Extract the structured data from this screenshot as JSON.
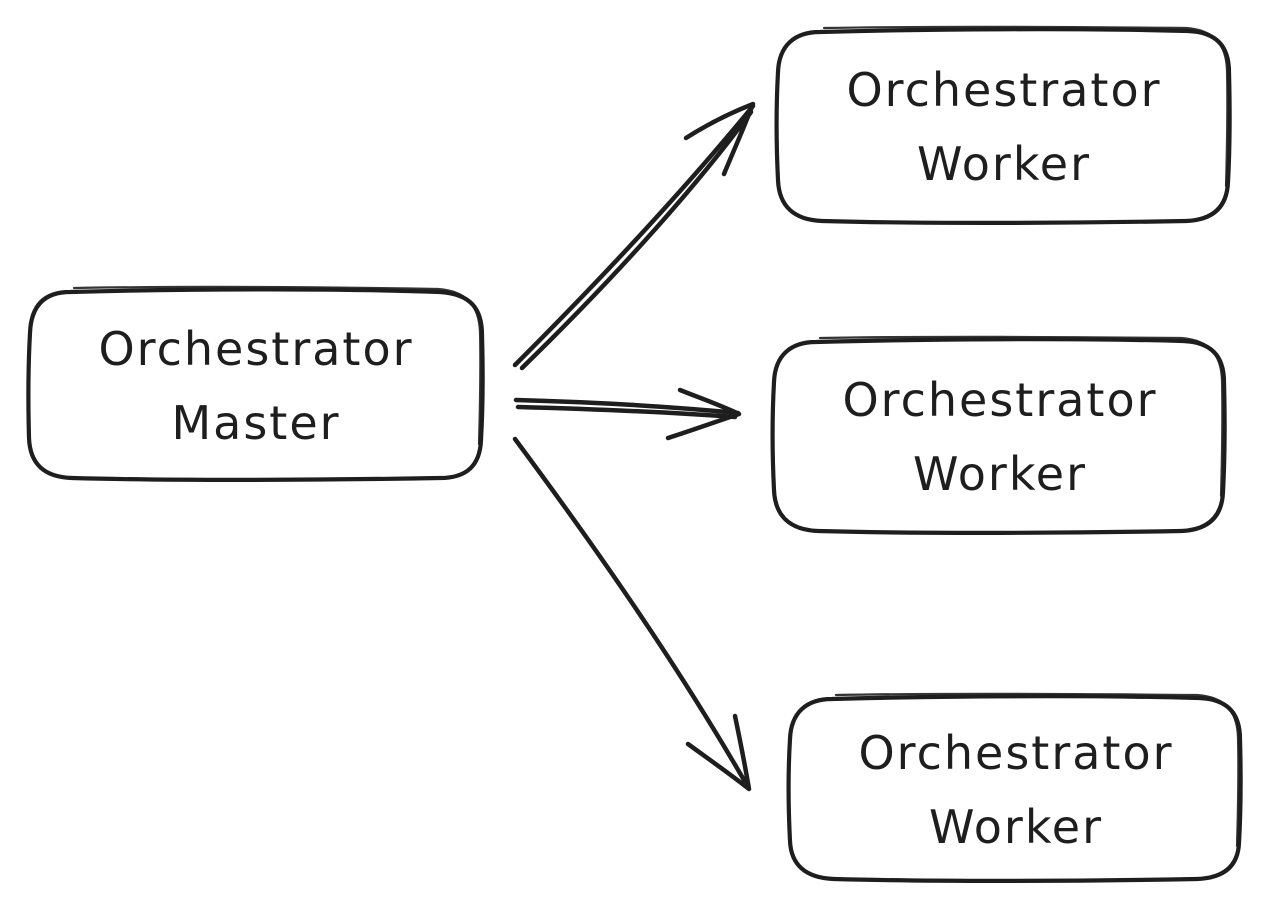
{
  "nodes": [
    {
      "id": "master",
      "line1": "Orchestrator",
      "line2": "Master"
    },
    {
      "id": "worker-1",
      "line1": "Orchestrator",
      "line2": "Worker"
    },
    {
      "id": "worker-2",
      "line1": "Orchestrator",
      "line2": "Worker"
    },
    {
      "id": "worker-3",
      "line1": "Orchestrator",
      "line2": "Worker"
    }
  ],
  "edges": [
    {
      "from": "master",
      "to": "worker-1"
    },
    {
      "from": "master",
      "to": "worker-2"
    },
    {
      "from": "master",
      "to": "worker-3"
    }
  ],
  "colors": {
    "stroke": "#1e1e1e",
    "background": "#ffffff"
  }
}
